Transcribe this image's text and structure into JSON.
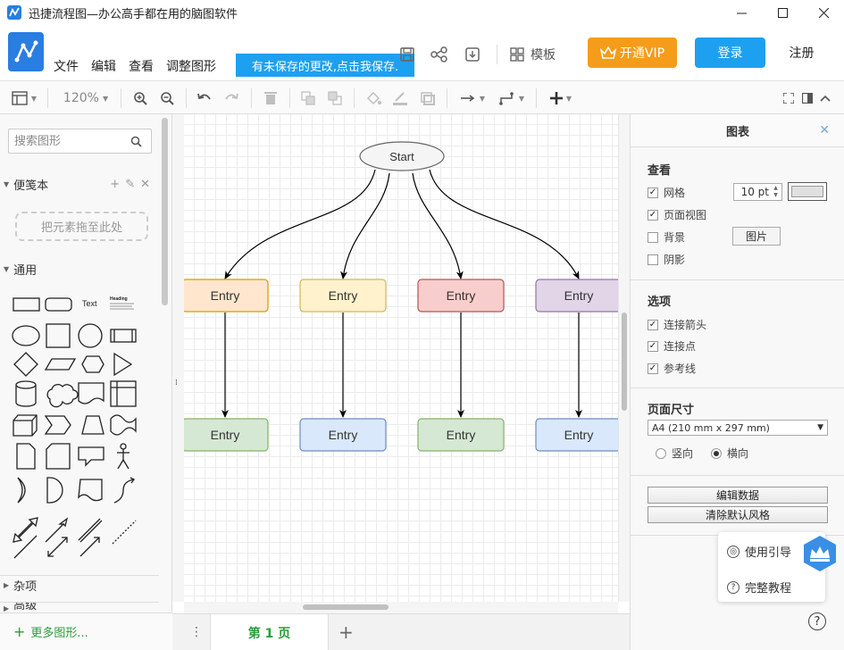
{
  "window": {
    "title": "迅捷流程图—办公高手都在用的脑图软件"
  },
  "menu": [
    "文件",
    "编辑",
    "查看",
    "调整图形"
  ],
  "header": {
    "save_notice": "有未保存的更改,点击我保存.",
    "template_label": "模板",
    "vip_label": "开通VIP",
    "login_label": "登录",
    "register_label": "注册",
    "accent": "#1ea0f0",
    "vip_color": "#f59c1a"
  },
  "toolbar": {
    "zoom": "120%"
  },
  "sidebar": {
    "search_placeholder": "搜索图形",
    "scratchpad_title": "便笺本",
    "dropzone_text": "把元素拖至此处",
    "general_title": "通用",
    "misc_title": "杂项",
    "advanced_title": "高级",
    "more_shapes": "更多图形...",
    "shape_text_label": "Text",
    "shape_heading_label": "Heading"
  },
  "diagram": {
    "start_label": "Start",
    "entries": [
      {
        "label": "Entry",
        "fill": "#ffe6cc",
        "stroke": "#d79b00"
      },
      {
        "label": "Entry",
        "fill": "#fff2cc",
        "stroke": "#d6b656"
      },
      {
        "label": "Entry",
        "fill": "#f8cecc",
        "stroke": "#b85450"
      },
      {
        "label": "Entry",
        "fill": "#e1d5e7",
        "stroke": "#9673a6"
      },
      {
        "label": "Entry",
        "fill": "#d5e8d4",
        "stroke": "#82b366"
      },
      {
        "label": "Entry",
        "fill": "#dae8fc",
        "stroke": "#6c8ebf"
      },
      {
        "label": "Entry",
        "fill": "#d5e8d4",
        "stroke": "#82b366"
      },
      {
        "label": "Entry",
        "fill": "#dae8fc",
        "stroke": "#6c8ebf"
      }
    ]
  },
  "pages": {
    "current_tab": "第 1 页"
  },
  "right_panel": {
    "tab_title": "图表",
    "view_title": "查看",
    "grid_label": "网格",
    "grid_size": "10 pt",
    "page_view_label": "页面视图",
    "background_label": "背景",
    "image_button": "图片",
    "shadow_label": "阴影",
    "options_title": "选项",
    "connection_arrows_label": "连接箭头",
    "connection_points_label": "连接点",
    "guides_label": "参考线",
    "page_size_title": "页面尺寸",
    "page_size_value": "A4 (210 mm x 297 mm)",
    "portrait_label": "竖向",
    "landscape_label": "横向",
    "edit_data_button": "编辑数据",
    "clear_style_button": "清除默认风格"
  },
  "help": {
    "guide_label": "使用引导",
    "tutorial_label": "完整教程"
  }
}
